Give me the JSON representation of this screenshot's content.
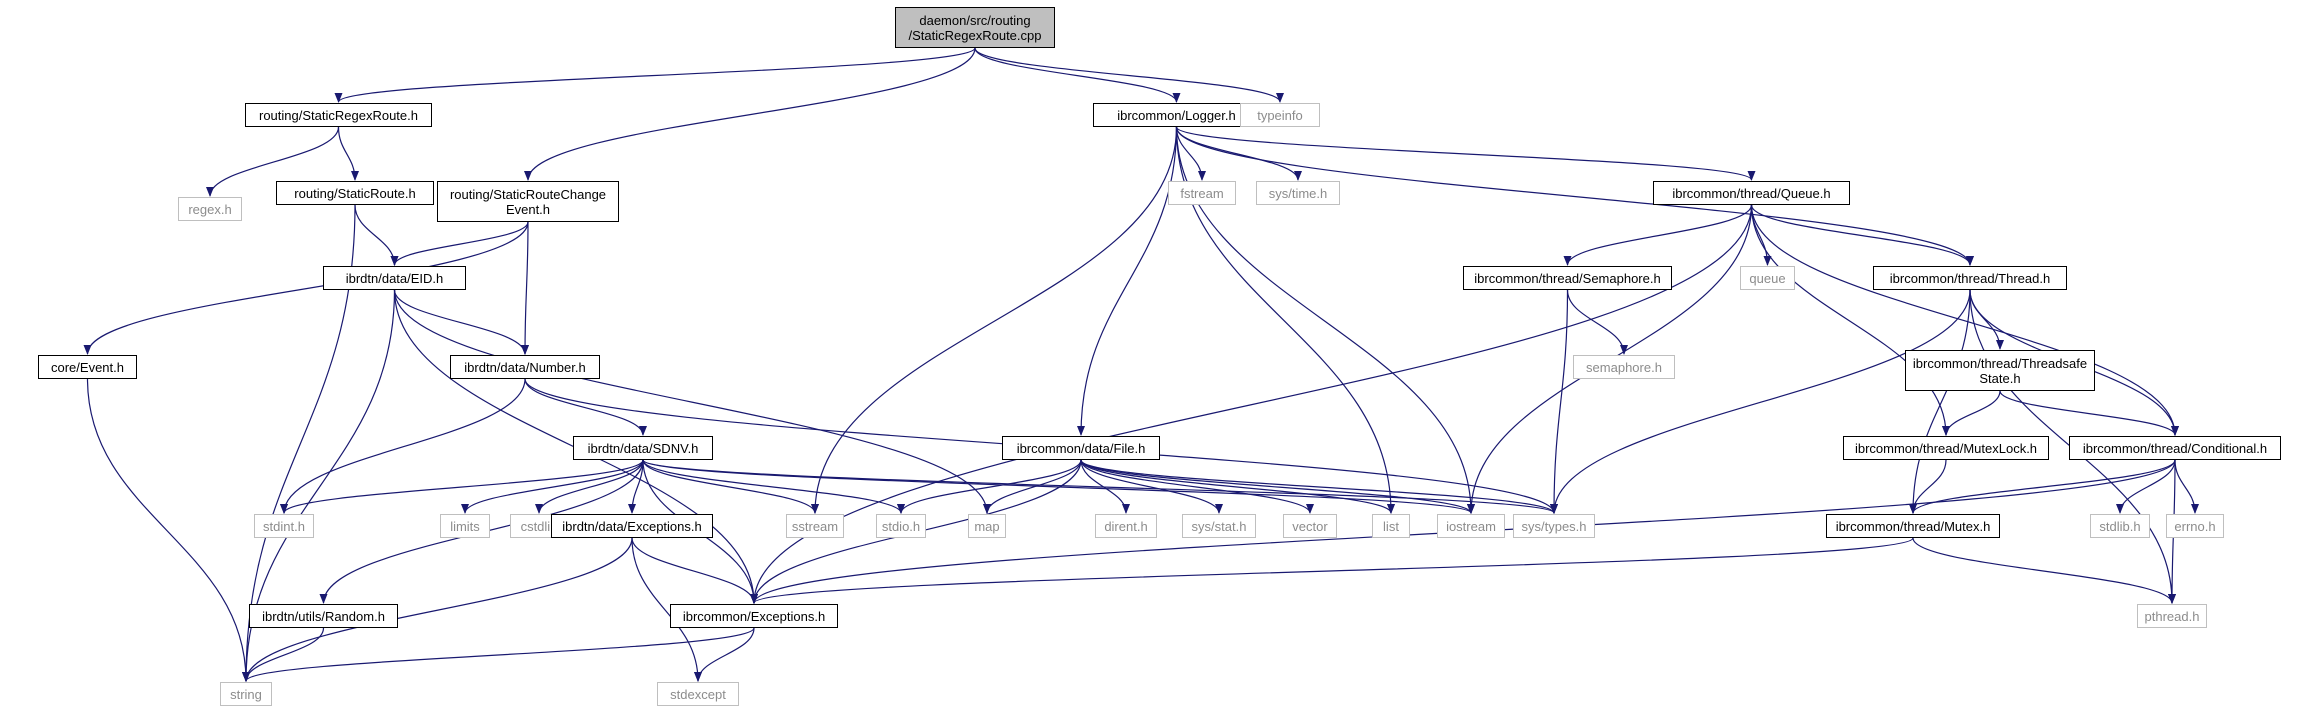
{
  "colors": {
    "edge": "#191970",
    "node_border": "#000000",
    "external_border": "#bfbfbf",
    "external_text": "#8c8c8c",
    "root_fill": "#bfbfbf"
  },
  "nodes": [
    {
      "id": "root",
      "label": "daemon/src/routing\n/StaticRegexRoute.cpp",
      "kind": "root"
    },
    {
      "id": "srr_h",
      "label": "routing/StaticRegexRoute.h",
      "kind": "local"
    },
    {
      "id": "src_ev",
      "label": "routing/StaticRouteChange\nEvent.h",
      "kind": "local"
    },
    {
      "id": "logger",
      "label": "ibrcommon/Logger.h",
      "kind": "local"
    },
    {
      "id": "typeinfo",
      "label": "typeinfo",
      "kind": "ext"
    },
    {
      "id": "regex",
      "label": "regex.h",
      "kind": "ext"
    },
    {
      "id": "sr_h",
      "label": "routing/StaticRoute.h",
      "kind": "local"
    },
    {
      "id": "fstream",
      "label": "fstream",
      "kind": "ext"
    },
    {
      "id": "systime",
      "label": "sys/time.h",
      "kind": "ext"
    },
    {
      "id": "queue_h",
      "label": "ibrcommon/thread/Queue.h",
      "kind": "local"
    },
    {
      "id": "eid",
      "label": "ibrdtn/data/EID.h",
      "kind": "local"
    },
    {
      "id": "sema",
      "label": "ibrcommon/thread/Semaphore.h",
      "kind": "local"
    },
    {
      "id": "queue",
      "label": "queue",
      "kind": "ext"
    },
    {
      "id": "thread",
      "label": "ibrcommon/thread/Thread.h",
      "kind": "local"
    },
    {
      "id": "event",
      "label": "core/Event.h",
      "kind": "local"
    },
    {
      "id": "number",
      "label": "ibrdtn/data/Number.h",
      "kind": "local"
    },
    {
      "id": "semaphore",
      "label": "semaphore.h",
      "kind": "ext"
    },
    {
      "id": "tss",
      "label": "ibrcommon/thread/Threadsafe\nState.h",
      "kind": "local"
    },
    {
      "id": "sdnv",
      "label": "ibrdtn/data/SDNV.h",
      "kind": "local"
    },
    {
      "id": "file",
      "label": "ibrcommon/data/File.h",
      "kind": "local"
    },
    {
      "id": "mutexlock",
      "label": "ibrcommon/thread/MutexLock.h",
      "kind": "local"
    },
    {
      "id": "cond",
      "label": "ibrcommon/thread/Conditional.h",
      "kind": "local"
    },
    {
      "id": "stdint",
      "label": "stdint.h",
      "kind": "ext"
    },
    {
      "id": "limits",
      "label": "limits",
      "kind": "ext"
    },
    {
      "id": "cstdlib",
      "label": "cstdlib",
      "kind": "ext"
    },
    {
      "id": "dtnex",
      "label": "ibrdtn/data/Exceptions.h",
      "kind": "local"
    },
    {
      "id": "sstream",
      "label": "sstream",
      "kind": "ext"
    },
    {
      "id": "stdio",
      "label": "stdio.h",
      "kind": "ext"
    },
    {
      "id": "map",
      "label": "map",
      "kind": "ext"
    },
    {
      "id": "dirent",
      "label": "dirent.h",
      "kind": "ext"
    },
    {
      "id": "sysstat",
      "label": "sys/stat.h",
      "kind": "ext"
    },
    {
      "id": "vector",
      "label": "vector",
      "kind": "ext"
    },
    {
      "id": "list",
      "label": "list",
      "kind": "ext"
    },
    {
      "id": "iostream",
      "label": "iostream",
      "kind": "ext"
    },
    {
      "id": "systypes",
      "label": "sys/types.h",
      "kind": "ext"
    },
    {
      "id": "mutex",
      "label": "ibrcommon/thread/Mutex.h",
      "kind": "local"
    },
    {
      "id": "stdlib",
      "label": "stdlib.h",
      "kind": "ext"
    },
    {
      "id": "errno",
      "label": "errno.h",
      "kind": "ext"
    },
    {
      "id": "random",
      "label": "ibrdtn/utils/Random.h",
      "kind": "local"
    },
    {
      "id": "commonex",
      "label": "ibrcommon/Exceptions.h",
      "kind": "local"
    },
    {
      "id": "pthread",
      "label": "pthread.h",
      "kind": "ext"
    },
    {
      "id": "string",
      "label": "string",
      "kind": "ext"
    },
    {
      "id": "stdexcept",
      "label": "stdexcept",
      "kind": "ext"
    }
  ],
  "edges": [
    [
      "root",
      "srr_h"
    ],
    [
      "root",
      "src_ev"
    ],
    [
      "root",
      "logger"
    ],
    [
      "root",
      "typeinfo"
    ],
    [
      "srr_h",
      "regex"
    ],
    [
      "srr_h",
      "sr_h"
    ],
    [
      "sr_h",
      "eid"
    ],
    [
      "sr_h",
      "string"
    ],
    [
      "src_ev",
      "event"
    ],
    [
      "src_ev",
      "eid"
    ],
    [
      "src_ev",
      "number"
    ],
    [
      "logger",
      "sstream"
    ],
    [
      "logger",
      "file"
    ],
    [
      "logger",
      "fstream"
    ],
    [
      "logger",
      "systime"
    ],
    [
      "logger",
      "list"
    ],
    [
      "logger",
      "iostream"
    ],
    [
      "logger",
      "queue_h"
    ],
    [
      "logger",
      "thread"
    ],
    [
      "queue_h",
      "sema"
    ],
    [
      "queue_h",
      "queue"
    ],
    [
      "queue_h",
      "thread"
    ],
    [
      "queue_h",
      "mutexlock"
    ],
    [
      "queue_h",
      "cond"
    ],
    [
      "queue_h",
      "iostream"
    ],
    [
      "queue_h",
      "commonex"
    ],
    [
      "eid",
      "number"
    ],
    [
      "eid",
      "string"
    ],
    [
      "eid",
      "commonex"
    ],
    [
      "eid",
      "map"
    ],
    [
      "sema",
      "semaphore"
    ],
    [
      "sema",
      "systypes"
    ],
    [
      "thread",
      "tss"
    ],
    [
      "thread",
      "cond"
    ],
    [
      "thread",
      "mutex"
    ],
    [
      "thread",
      "systypes"
    ],
    [
      "thread",
      "pthread"
    ],
    [
      "event",
      "string"
    ],
    [
      "number",
      "sdnv"
    ],
    [
      "number",
      "stdint"
    ],
    [
      "number",
      "systypes"
    ],
    [
      "tss",
      "mutexlock"
    ],
    [
      "tss",
      "cond"
    ],
    [
      "sdnv",
      "stdint"
    ],
    [
      "sdnv",
      "limits"
    ],
    [
      "sdnv",
      "cstdlib"
    ],
    [
      "sdnv",
      "dtnex"
    ],
    [
      "sdnv",
      "sstream"
    ],
    [
      "sdnv",
      "stdio"
    ],
    [
      "sdnv",
      "iostream"
    ],
    [
      "sdnv",
      "systypes"
    ],
    [
      "sdnv",
      "random"
    ],
    [
      "sdnv",
      "commonex"
    ],
    [
      "file",
      "stdio"
    ],
    [
      "file",
      "map"
    ],
    [
      "file",
      "dirent"
    ],
    [
      "file",
      "sysstat"
    ],
    [
      "file",
      "vector"
    ],
    [
      "file",
      "list"
    ],
    [
      "file",
      "iostream"
    ],
    [
      "file",
      "systypes"
    ],
    [
      "file",
      "commonex"
    ],
    [
      "mutexlock",
      "mutex"
    ],
    [
      "cond",
      "mutex"
    ],
    [
      "cond",
      "stdlib"
    ],
    [
      "cond",
      "errno"
    ],
    [
      "cond",
      "pthread"
    ],
    [
      "cond",
      "commonex"
    ],
    [
      "dtnex",
      "commonex"
    ],
    [
      "dtnex",
      "string"
    ],
    [
      "dtnex",
      "stdexcept"
    ],
    [
      "mutex",
      "commonex"
    ],
    [
      "mutex",
      "pthread"
    ],
    [
      "random",
      "string"
    ],
    [
      "commonex",
      "string"
    ],
    [
      "commonex",
      "stdexcept"
    ]
  ]
}
